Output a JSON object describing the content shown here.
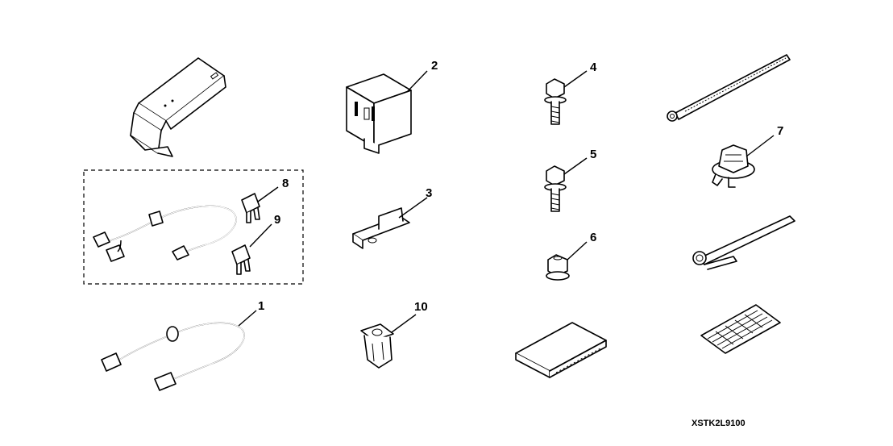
{
  "callouts": {
    "c1": "1",
    "c2": "2",
    "c3": "3",
    "c4": "4",
    "c5": "5",
    "c6": "6",
    "c7": "7",
    "c8": "8",
    "c9": "9",
    "c10": "10"
  },
  "diagram_code": "XSTK2L9100"
}
